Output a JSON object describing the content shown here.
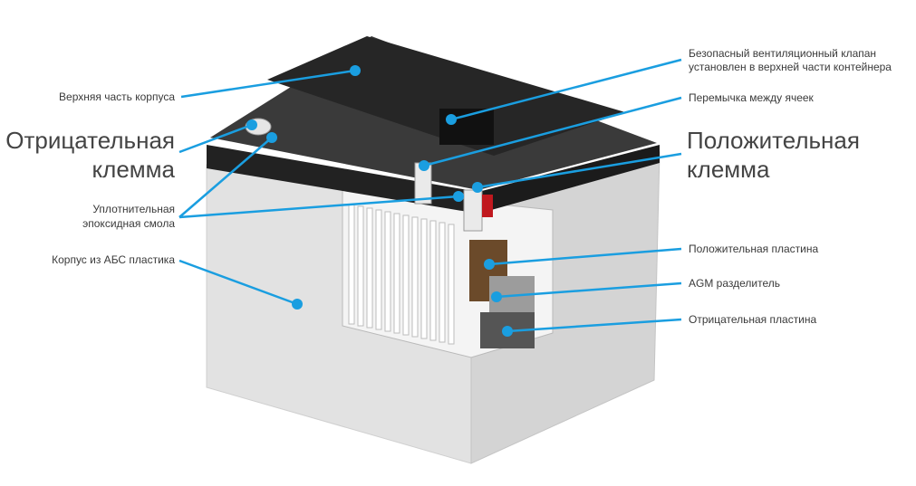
{
  "labels": {
    "top_cover": "Верхняя часть корпуса",
    "negative_terminal_line1": "Отрицательная",
    "negative_terminal_line2": "клемма",
    "epoxy_line1": "Уплотнительная",
    "epoxy_line2": "эпоксидная смола",
    "abs_case": "Корпус из АБС пластика",
    "valve_line1": "Безопасный вентиляционный клапан",
    "valve_line2": "установлен в верхней части контейнера",
    "cell_bridge": "Перемычка между ячеек",
    "positive_terminal_line1": "Положительная",
    "positive_terminal_line2": "клемма",
    "positive_plate": "Положительная пластина",
    "agm_separator": "AGM разделитель",
    "negative_plate": "Отрицательная пластина"
  },
  "colors": {
    "accent": "#1a9ee0",
    "case_light": "#dcdcdc",
    "lid_dark": "#2b2b2b",
    "text": "#3a3a3a"
  }
}
